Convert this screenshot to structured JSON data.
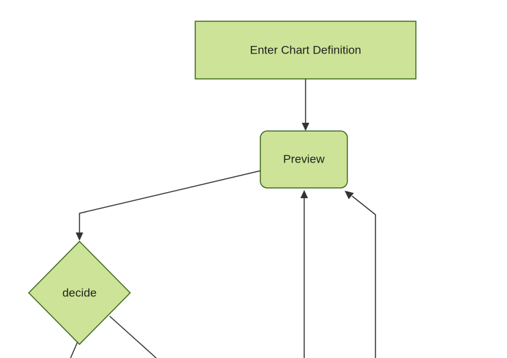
{
  "diagram": {
    "type": "flowchart",
    "nodes": [
      {
        "id": "enter-chart-definition",
        "label": "Enter Chart Definition",
        "shape": "rectangle"
      },
      {
        "id": "preview",
        "label": "Preview",
        "shape": "rounded-rectangle"
      },
      {
        "id": "decide",
        "label": "decide",
        "shape": "diamond"
      }
    ],
    "edges": [
      {
        "from": "enter-chart-definition",
        "to": "preview",
        "arrow_into": "preview-top"
      },
      {
        "from": "preview",
        "to": "decide",
        "arrow_into": "decide-top"
      },
      {
        "from": "offscreen-bottom",
        "to": "preview",
        "arrow_into": "preview-bottom"
      },
      {
        "from": "offscreen-bottom-right",
        "to": "preview",
        "arrow_into": "preview-bottom-right"
      },
      {
        "from": "decide",
        "to": "offscreen-bottom-left",
        "arrow_into": "offscreen"
      },
      {
        "from": "decide",
        "to": "offscreen-bottom-right",
        "arrow_into": "offscreen"
      }
    ]
  },
  "colors": {
    "node_fill": "#cde498",
    "node_border": "#3e6b1f",
    "edge_line": "#333333",
    "text": "#1f1f1f",
    "background": "#ffffff"
  }
}
